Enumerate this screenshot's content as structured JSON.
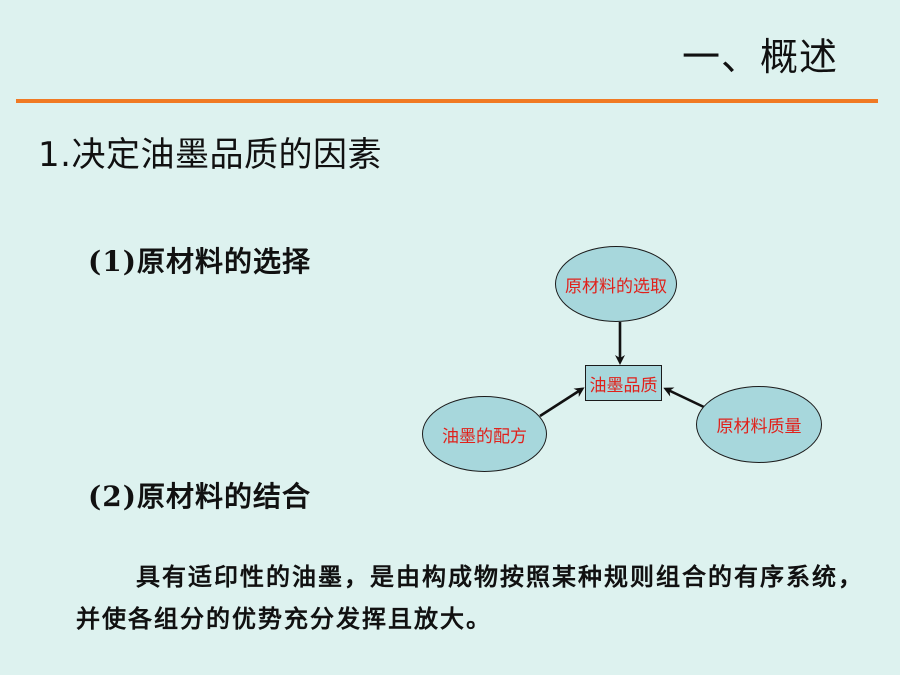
{
  "slide": {
    "title": "一、概述",
    "heading": "1.决定油墨品质的因素",
    "section1": "(1)原材料的选择",
    "section2": "(2)原材料的结合",
    "body": "具有适印性的油墨，是由构成物按照某种规则组合的有序系统，并使各组分的优势充分发挥且放大。"
  },
  "diagram": {
    "top_node": "原材料的选取",
    "center_node": "油墨品质",
    "left_node": "油墨的配方",
    "right_node": "原材料质量"
  },
  "colors": {
    "background": "#ddf2ef",
    "rule": "#f07a24",
    "node_fill": "#a7d7dc",
    "node_text": "#e0211b"
  }
}
